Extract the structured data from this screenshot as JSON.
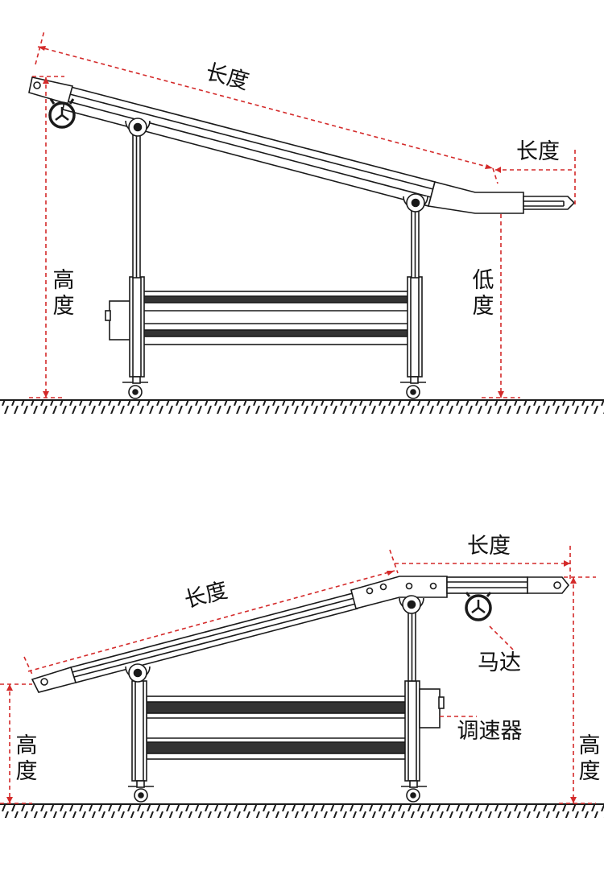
{
  "colors": {
    "dimension": "#d42a2a",
    "line": "#1a1a1a",
    "belt": "#333333",
    "background": "#ffffff"
  },
  "labels": {
    "length": "长度",
    "height_top": "高",
    "height_bottom": "度",
    "low_top": "低",
    "low_bottom": "度",
    "motor": "马达",
    "speed_controller": "调速器"
  },
  "icons": {
    "motor": "motor-icon",
    "wheel": "caster-wheel-icon",
    "pulley": "pulley-icon",
    "ground": "ground-hatch-icon"
  }
}
